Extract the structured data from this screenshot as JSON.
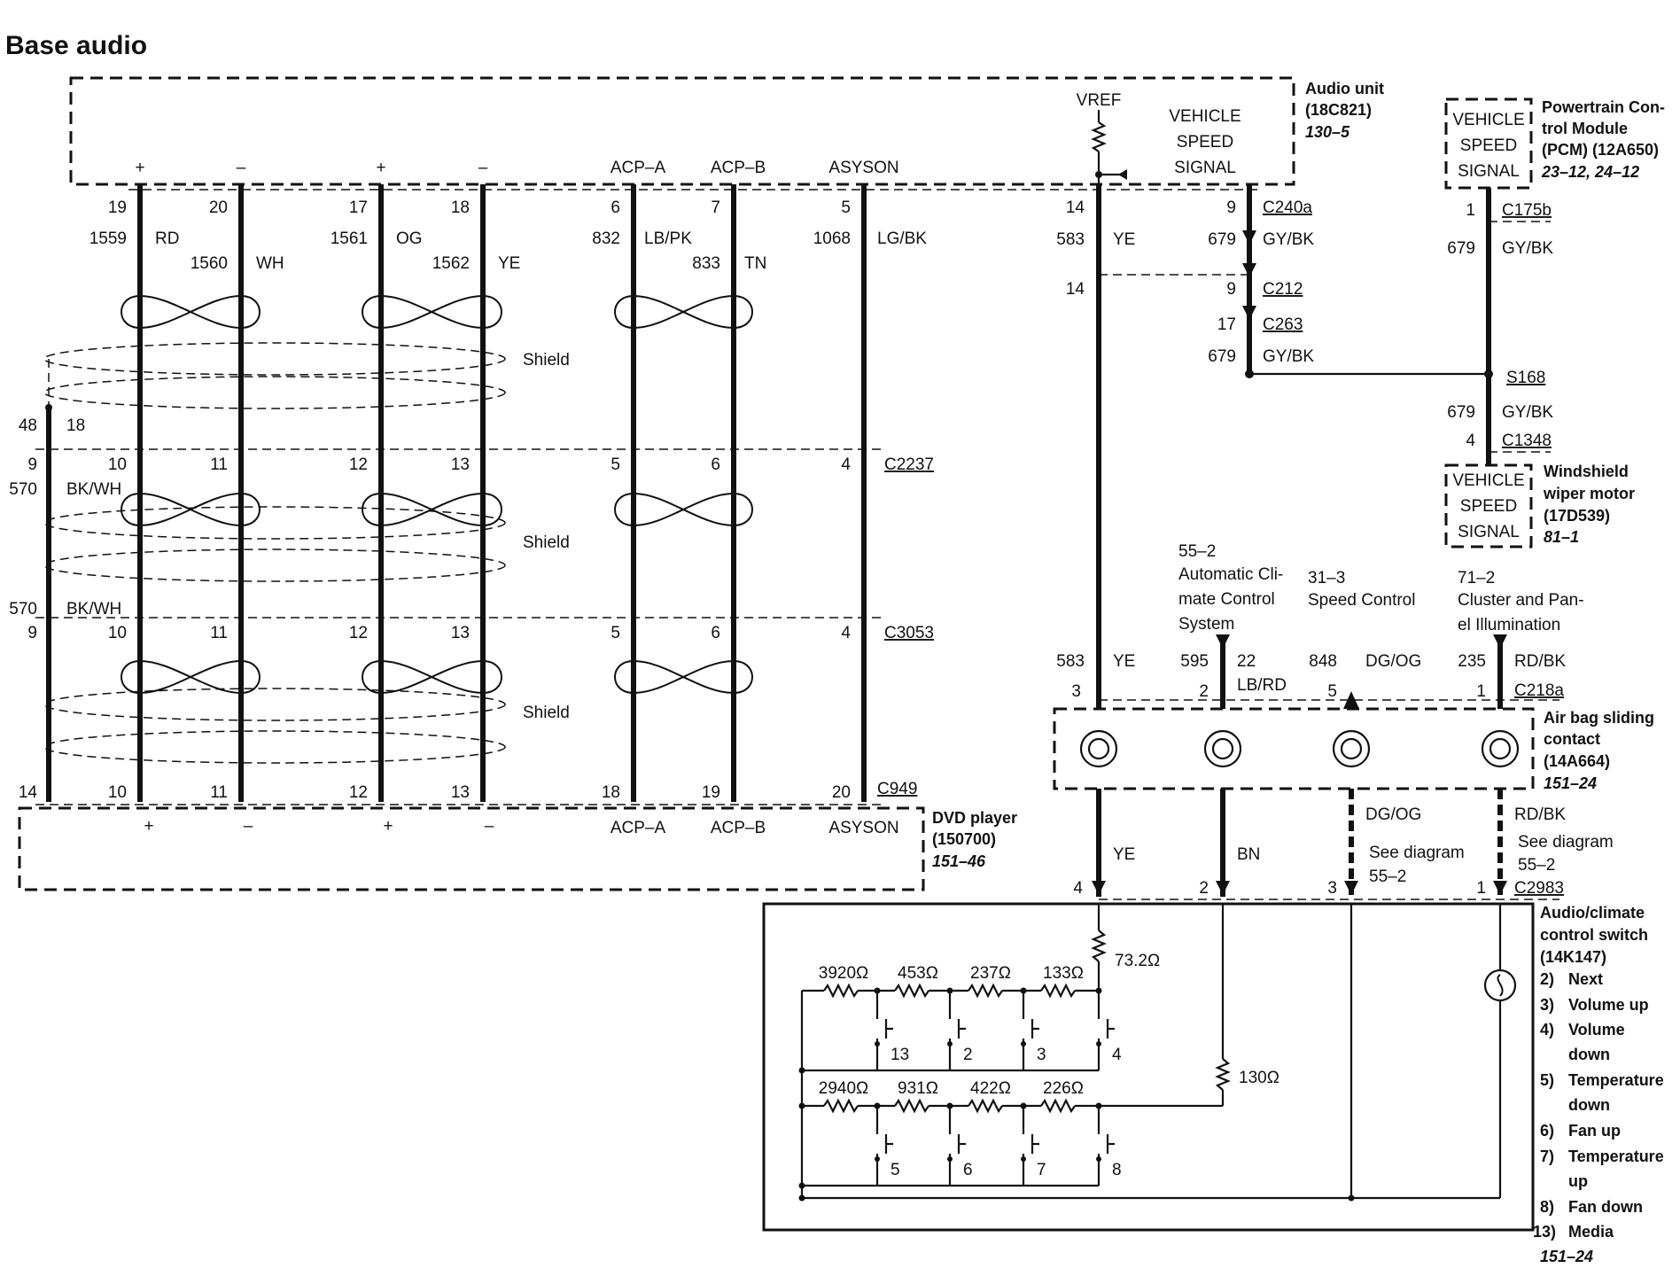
{
  "title": "Base audio",
  "components": {
    "audio_unit": {
      "label": "Audio unit",
      "part": "(18C821)",
      "ref": "130–5",
      "vref": "VREF",
      "signal": [
        "VEHICLE",
        "SPEED",
        "SIGNAL"
      ]
    },
    "pcm": {
      "label1": "Powertrain Con-",
      "label2": "trol Module",
      "label3": "(PCM) (12A650)",
      "ref": "23–12, 24–12",
      "signal": [
        "VEHICLE",
        "SPEED",
        "SIGNAL"
      ]
    },
    "wiper": {
      "label1": "Windshield",
      "label2": "wiper motor",
      "label3": "(17D539)",
      "ref": "81–1",
      "signal": [
        "VEHICLE",
        "SPEED",
        "SIGNAL"
      ]
    },
    "dvd": {
      "label": "DVD player",
      "part": "(150700)",
      "ref": "151–46"
    },
    "airbag": {
      "label1": "Air bag sliding",
      "label2": "contact",
      "label3": "(14A664)",
      "ref": "151–24"
    },
    "switch": {
      "label1": "Audio/climate",
      "label2": "control switch",
      "label3": "(14K147)",
      "ref": "151–24",
      "functions": [
        {
          "num": "2)",
          "name": "Next"
        },
        {
          "num": "3)",
          "name": "Volume up"
        },
        {
          "num": "4)",
          "name": "Volume"
        },
        {
          "num": "",
          "name": "down"
        },
        {
          "num": "5)",
          "name": "Temperature"
        },
        {
          "num": "",
          "name": "down"
        },
        {
          "num": "6)",
          "name": "Fan up"
        },
        {
          "num": "7)",
          "name": "Temperature"
        },
        {
          "num": "",
          "name": "up"
        },
        {
          "num": "8)",
          "name": "Fan down"
        },
        {
          "num": "13)",
          "name": "Media"
        }
      ],
      "resistors_top": [
        "3920Ω",
        "453Ω",
        "237Ω",
        "133Ω"
      ],
      "resistors_bottom": [
        "2940Ω",
        "931Ω",
        "422Ω",
        "226Ω"
      ],
      "r_in": "73.2Ω",
      "r_bn": "130Ω",
      "buttons_top": [
        "13",
        "2",
        "3",
        "4"
      ],
      "buttons_bottom": [
        "5",
        "6",
        "7",
        "8"
      ]
    }
  },
  "labels": {
    "plus": "+",
    "minus": "–",
    "acpa": "ACP–A",
    "acpb": "ACP–B",
    "asyson": "ASYSON",
    "shield": "Shield",
    "c240a": "C240a",
    "c212": "C212",
    "c263": "C263",
    "s168": "S168",
    "c175b": "C175b",
    "c1348": "C1348",
    "c2237": "C2237",
    "c3053": "C3053",
    "c949": "C949",
    "c218a": "C218a",
    "c2983": "C2983",
    "see_diagram": "See diagram",
    "ref_55_2": "55–2"
  },
  "wires": {
    "w1": {
      "pin": "19",
      "circuit": "1559",
      "color": "RD"
    },
    "w2": {
      "pin": "20",
      "circuit": "1560",
      "color": "WH"
    },
    "w3": {
      "pin": "17",
      "circuit": "1561",
      "color": "OG"
    },
    "w4": {
      "pin": "18",
      "circuit": "1562",
      "color": "YE"
    },
    "w5": {
      "pin": "6",
      "circuit": "832",
      "color": "LB/PK"
    },
    "w6": {
      "pin": "7",
      "circuit": "833",
      "color": "TN"
    },
    "w7": {
      "pin": "5",
      "circuit": "1068",
      "color": "LG/BK"
    },
    "ye": {
      "pin": "14",
      "circuit": "583",
      "color": "YE",
      "pin2": "14"
    },
    "gybk": {
      "pin": "9",
      "circuit": "679",
      "color": "GY/BK",
      "pin_c212": "9",
      "pin_c263": "17"
    },
    "pcm_wire": {
      "pin": "1",
      "circuit": "679",
      "color": "GY/BK",
      "pin_c1348": "4"
    },
    "drain": {
      "pin": "48",
      "pin_b": "18",
      "circuit": "570",
      "color": "BK/WH",
      "pin_c2237": "9",
      "pin_c3053": "9",
      "pin_c949": "14"
    }
  },
  "pins": {
    "c2237": [
      "10",
      "11",
      "12",
      "13",
      "5",
      "6",
      "4"
    ],
    "c3053": [
      "10",
      "11",
      "12",
      "13",
      "5",
      "6",
      "4"
    ],
    "c949": [
      "10",
      "11",
      "12",
      "13",
      "18",
      "19",
      "20"
    ]
  },
  "external": {
    "acc": {
      "ref": "55–2",
      "l1": "Automatic Cli-",
      "l2": "mate Control",
      "l3": "System",
      "circuit": "595",
      "pin_top": "22",
      "color": "LB/RD",
      "pin": "2"
    },
    "speed": {
      "ref": "31–3",
      "l1": "Speed Control",
      "circuit": "848",
      "color": "DG/OG",
      "pin": "5"
    },
    "cluster": {
      "ref": "71–2",
      "l1": "Cluster and Pan-",
      "l2": "el Illumination",
      "circuit": "235",
      "color": "RD/BK",
      "pin": "1"
    },
    "ye_c218": {
      "circuit": "583",
      "color": "YE",
      "pin": "3"
    }
  },
  "lower": {
    "ye": {
      "color": "YE",
      "pin": "4"
    },
    "bn": {
      "color": "BN",
      "pin": "2"
    },
    "dgog": {
      "color": "DG/OG",
      "pin": "3"
    },
    "rdbk": {
      "color": "RD/BK",
      "pin": "1"
    }
  }
}
